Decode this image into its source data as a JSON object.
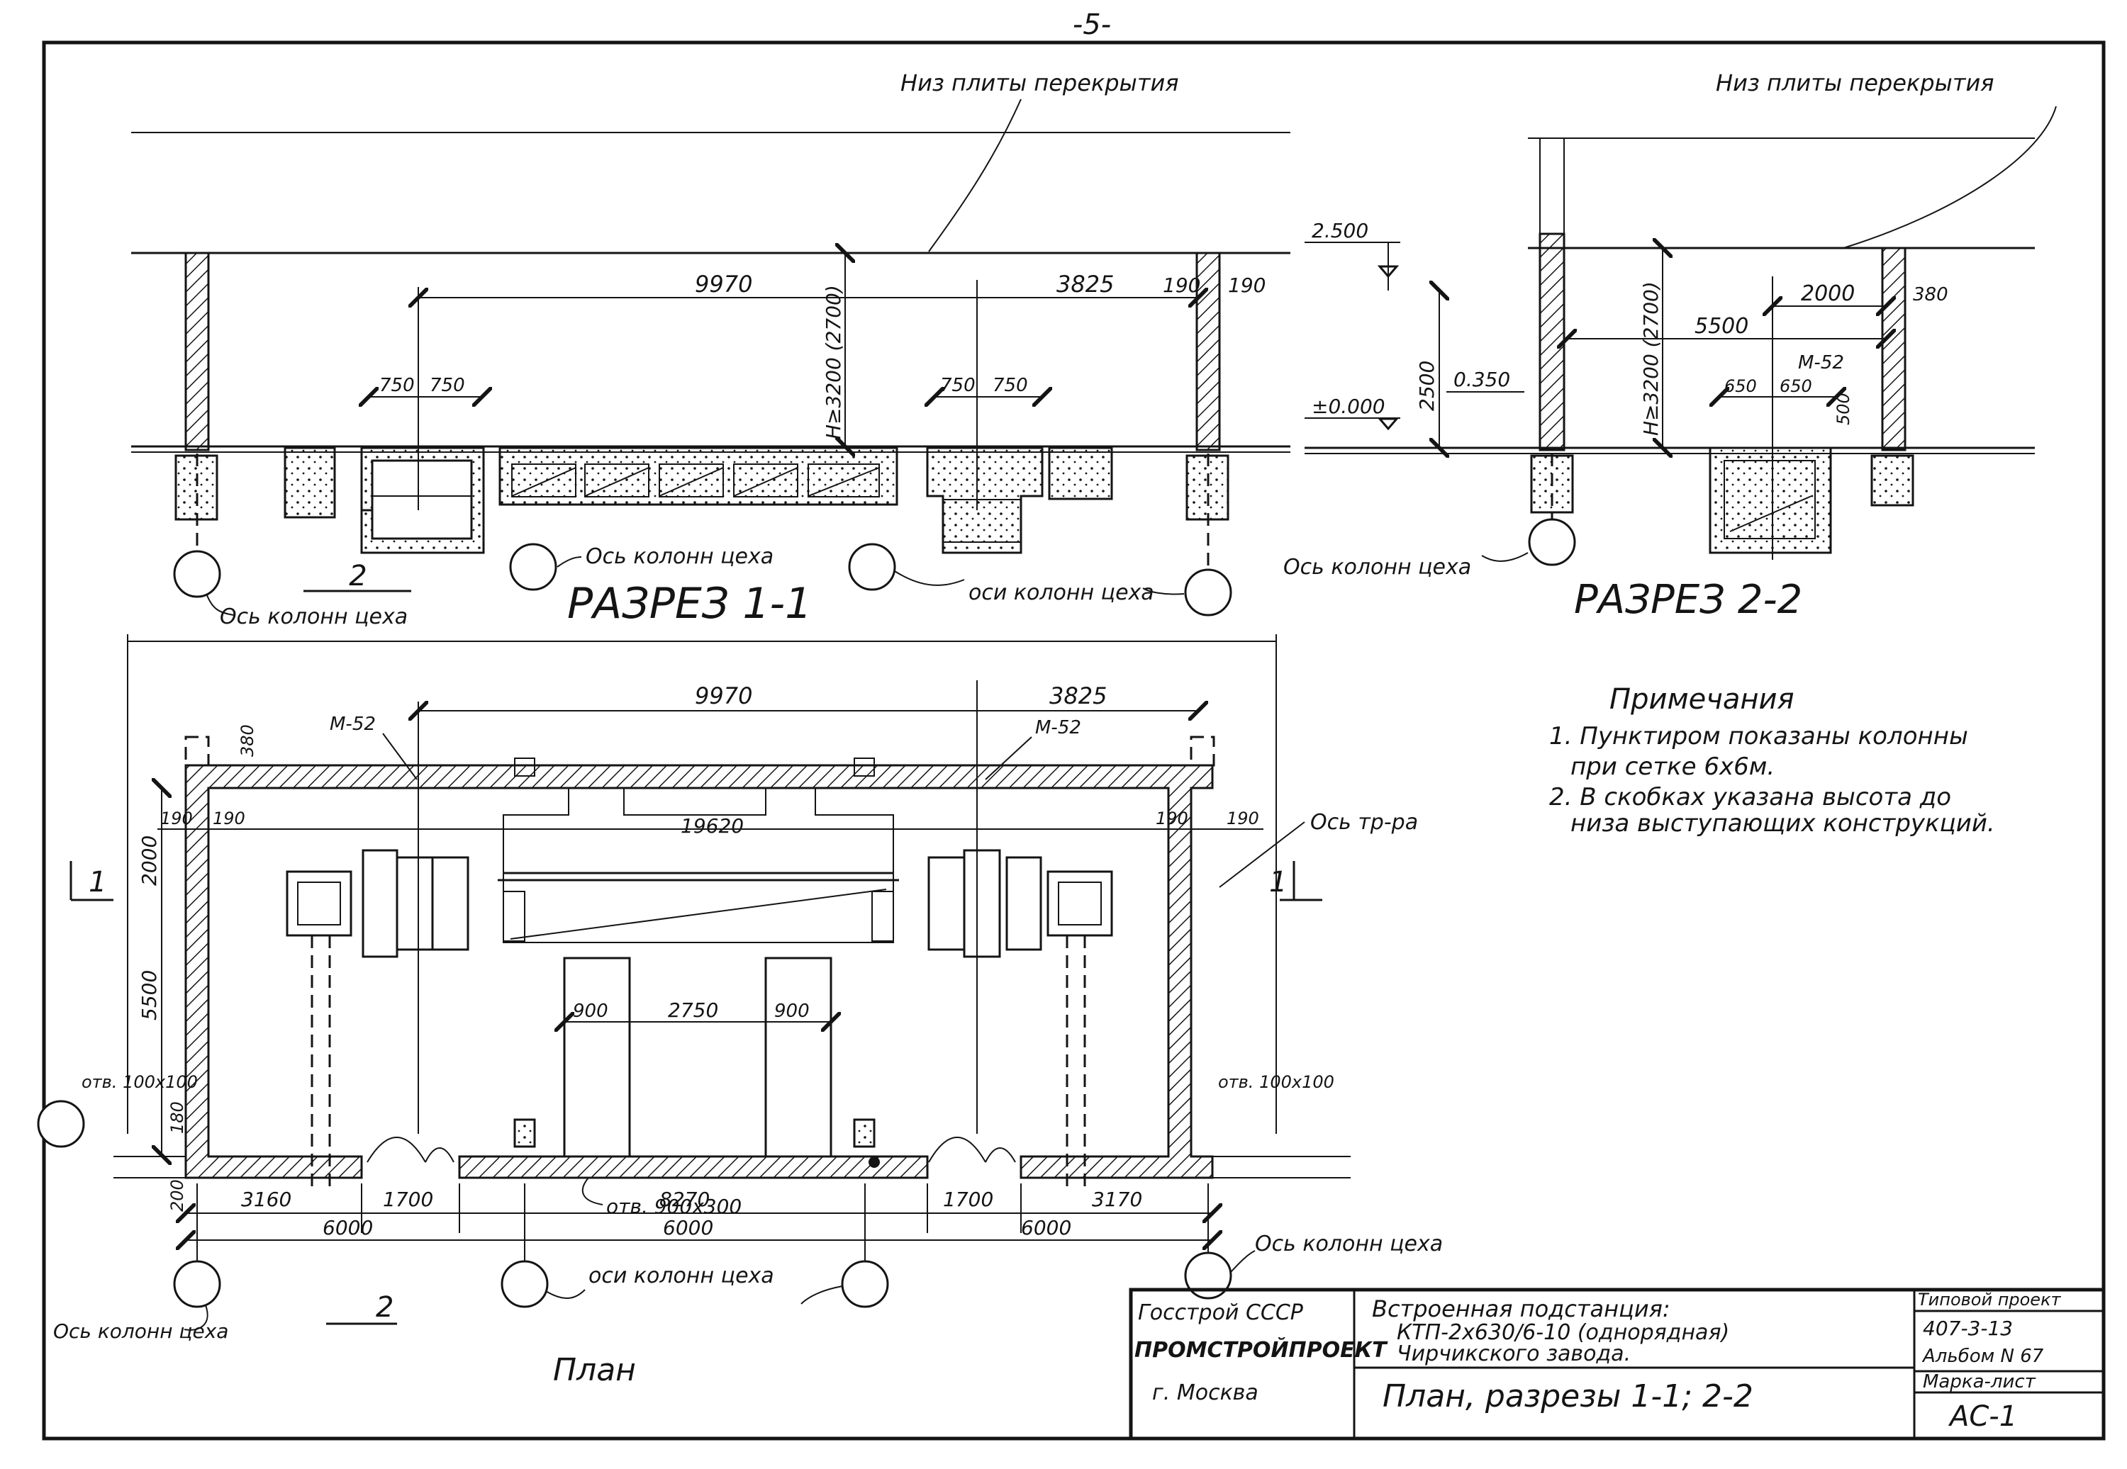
{
  "page_number": "-5-",
  "section_1": {
    "title": "РАЗРЕЗ 1-1",
    "slab_label": "Низ плиты перекрытия",
    "dim_main": "9970",
    "dim_right": "3825",
    "dim_col_a": "190",
    "dim_col_b": "190",
    "height_label": "H≥3200 (2700)",
    "dim_750_a": "750",
    "dim_750_b": "750",
    "dim_750_c": "750",
    "dim_750_d": "750",
    "axis_label_left": "Ось колонн цеха",
    "axis_label_mid": "Ось колонн цеха",
    "axis_label_right": "оси колонн цеха",
    "cut_mark": "2"
  },
  "section_2": {
    "title": "РАЗРЕЗ 2-2",
    "slab_label": "Низ плиты перекрытия",
    "level_top": "2.500",
    "level_zero": "±0.000",
    "level_step": "0.350",
    "dim_2500": "2500",
    "height_label": "H≥3200 (2700)",
    "dim_5500": "5500",
    "dim_2000": "2000",
    "dim_380": "380",
    "mark_m52": "М-52",
    "dim_650_a": "650",
    "dim_650_b": "650",
    "dim_500": "500",
    "axis_label": "Ось колонн цеха"
  },
  "plan": {
    "title": "План",
    "dim_9970": "9970",
    "dim_3825": "3825",
    "dim_380": "380",
    "mark_m52_left": "М-52",
    "mark_m52_right": "М-52",
    "dim_190_a": "190",
    "dim_190_b": "190",
    "dim_190_c": "190",
    "dim_190_d": "190",
    "dim_19620": "19620",
    "dim_2000": "2000",
    "dim_5500": "5500",
    "dim_180": "180",
    "dim_200": "200",
    "axis_tr": "Ось тр-ра",
    "cut_left": "1",
    "cut_right": "1",
    "dim_900_a": "900",
    "dim_2750": "2750",
    "dim_900_b": "900",
    "opening_left": "отв. 100х100",
    "opening_right": "отв. 100х100",
    "opening_mid": "отв. 900х300",
    "dim_3160": "3160",
    "dim_1700_a": "1700",
    "dim_8270": "8270",
    "dim_1700_b": "1700",
    "dim_3170": "3170",
    "dim_6000_a": "6000",
    "dim_6000_b": "6000",
    "dim_6000_c": "6000",
    "axis_label_left": "Ось колонн цеха",
    "axis_label_mid": "оси колонн цеха",
    "axis_label_right": "Ось колонн цеха",
    "cut_mark": "2"
  },
  "notes": {
    "heading": "Примечания",
    "lines": [
      "1. Пунктиром показаны колонны",
      "при сетке 6х6м.",
      "2. В скобках указана высота до",
      "низа выступающих конструкций."
    ]
  },
  "title_block": {
    "org_1": "Госстрой СССР",
    "org_2": "ПРОМСТРОЙПРОЕКТ",
    "org_3": "г. Москва",
    "project_1": "Встроенная подстанция:",
    "project_2": "КТП-2х630/6-10 (однорядная)",
    "project_3": "Чирчикского завода.",
    "sheet_title": "План, разрезы 1-1; 2-2",
    "type_label": "Типовой проект",
    "type_code": "407-3-13",
    "album": "Альбом N 67",
    "mark_label": "Марка-лист",
    "mark_value": "АС-1"
  }
}
